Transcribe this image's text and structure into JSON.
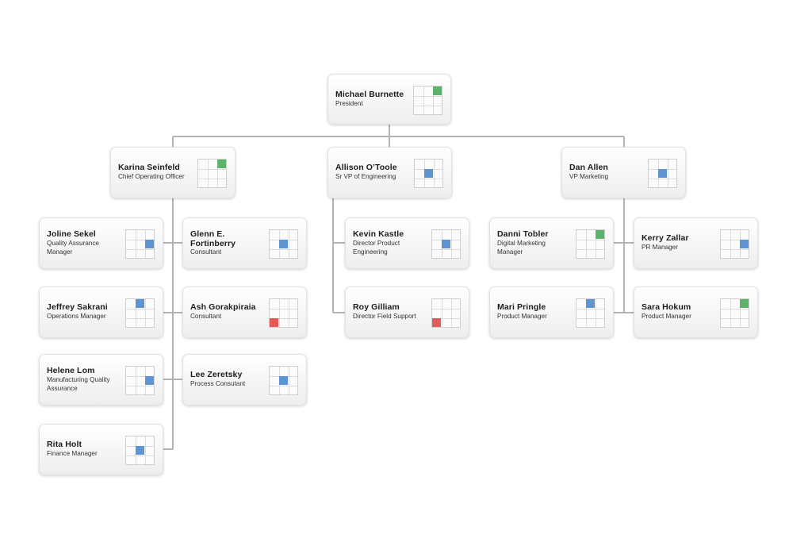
{
  "colors": {
    "green": "#5bb36c",
    "blue": "#5f94d4",
    "red": "#e15b5b",
    "connector": "#b4b4b4"
  },
  "org": {
    "president": {
      "name": "Michael Burnette",
      "title": "President",
      "marker": "green",
      "marker_cell": 2
    },
    "karina": {
      "name": "Karina Seinfeld",
      "title": "Chief Operating Officer",
      "marker": "green",
      "marker_cell": 2
    },
    "allison": {
      "name": "Allison O’Toole",
      "title": "Sr VP of Engineering",
      "marker": "blue",
      "marker_cell": 4
    },
    "dan": {
      "name": "Dan Allen",
      "title": "VP Marketing",
      "marker": "blue",
      "marker_cell": 4
    },
    "joline": {
      "name": "Joline Sekel",
      "title": "Quality Assurance Manager",
      "marker": "blue",
      "marker_cell": 5
    },
    "glenn": {
      "name": "Glenn E. Fortinberry",
      "title": "Consultant",
      "marker": "blue",
      "marker_cell": 4
    },
    "jeffrey": {
      "name": "Jeffrey Sakrani",
      "title": "Operations Manager",
      "marker": "blue",
      "marker_cell": 1
    },
    "ash": {
      "name": "Ash Gorakpiraia",
      "title": "Consultant",
      "marker": "red",
      "marker_cell": 6
    },
    "helene": {
      "name": "Helene Lom",
      "title": "Manufacturing Quality Assurance",
      "marker": "blue",
      "marker_cell": 5
    },
    "lee": {
      "name": "Lee Zeretsky",
      "title": "Process Consutant",
      "marker": "blue",
      "marker_cell": 4
    },
    "rita": {
      "name": "Rita Holt",
      "title": "Finance Manager",
      "marker": "blue",
      "marker_cell": 4
    },
    "kevin": {
      "name": "Kevin Kastle",
      "title": "Director Product Engineering",
      "marker": "blue",
      "marker_cell": 4
    },
    "roy": {
      "name": "Roy Gilliam",
      "title": "Director Field Support",
      "marker": "red",
      "marker_cell": 6
    },
    "danni": {
      "name": "Danni Tobler",
      "title": "Digital Marketing Manager",
      "marker": "green",
      "marker_cell": 2
    },
    "kerry": {
      "name": "Kerry Zallar",
      "title": "PR Manager",
      "marker": "blue",
      "marker_cell": 5
    },
    "mari": {
      "name": "Mari Pringle",
      "title": "Product Manager",
      "marker": "blue",
      "marker_cell": 1
    },
    "sara": {
      "name": "Sara Hokum",
      "title": "Product Manager",
      "marker": "green",
      "marker_cell": 2
    }
  }
}
